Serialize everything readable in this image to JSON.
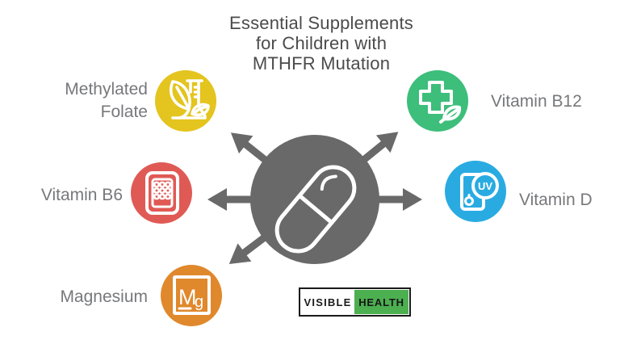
{
  "title": {
    "line1": "Essential Supplements",
    "line2": "for Children with",
    "line3": "MTHFR Mutation"
  },
  "supplements": {
    "folate": {
      "label_line1": "Methylated",
      "label_line2": "Folate",
      "color": "#E4C41E",
      "icon": "flask-leaves-icon"
    },
    "b12": {
      "label": "Vitamin B12",
      "color": "#3DBE7B",
      "icon": "medical-cross-leaf-icon"
    },
    "b6": {
      "label": "Vitamin B6",
      "color": "#E05A55",
      "icon": "pill-blister-pack-icon"
    },
    "d": {
      "label": "Vitamin D",
      "color": "#29ABE2",
      "icon": "sunscreen-uv-bottle-icon"
    },
    "mg": {
      "label": "Magnesium",
      "color": "#E0882C",
      "icon": "magnesium-element-icon"
    }
  },
  "icon_text": {
    "uv": "UV",
    "mg_m": "M",
    "mg_g": "g"
  },
  "center": {
    "icon": "capsule-pill-icon",
    "color": "#696969"
  },
  "logo": {
    "part1": "VISIBLE",
    "part2": "HEALTH",
    "accent": "#4CAF50",
    "border": "#1A1A1A"
  },
  "colors": {
    "background": "#FFFFFF",
    "title_text": "#4B4B4D",
    "label_text": "#77787B"
  }
}
